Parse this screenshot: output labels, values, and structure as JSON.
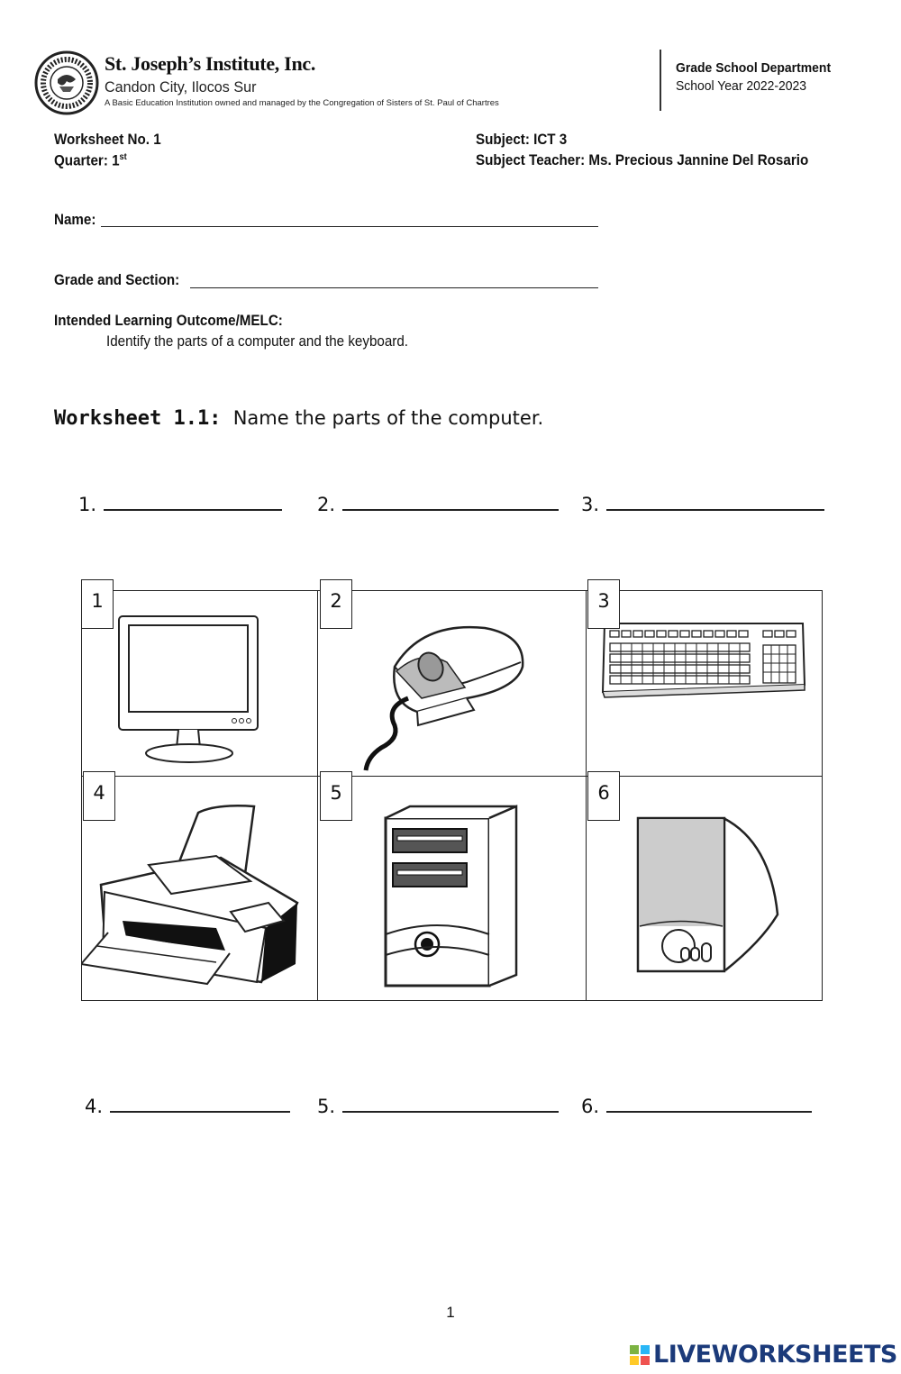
{
  "header": {
    "institution": "St. Joseph’s Institute, Inc.",
    "city": "Candon City, Ilocos Sur",
    "tagline": "A Basic Education Institution owned and managed by the Congregation of Sisters of St. Paul of Chartres",
    "department": "Grade School Department",
    "school_year": "School Year 2022-2023"
  },
  "info": {
    "worksheet_no": "Worksheet No. 1",
    "quarter_label": "Quarter: 1",
    "quarter_sup": "st",
    "subject": "Subject: ICT 3",
    "teacher": "Subject Teacher: Ms. Precious Jannine Del Rosario",
    "name_label": "Name:",
    "grade_section_label": "Grade and Section:",
    "outcome_label": "Intended Learning Outcome/MELC:",
    "outcome_text": "Identify the parts of a computer and the keyboard."
  },
  "worksheet": {
    "title_bold": "Worksheet 1.1:",
    "title_rest": "Name the parts of the computer."
  },
  "answers_top": [
    "1.",
    "2.",
    "3."
  ],
  "answers_bottom": [
    "4.",
    "5.",
    "6."
  ],
  "cells": [
    {
      "number": "1",
      "icon": "monitor-icon"
    },
    {
      "number": "2",
      "icon": "mouse-icon"
    },
    {
      "number": "3",
      "icon": "keyboard-icon"
    },
    {
      "number": "4",
      "icon": "printer-icon"
    },
    {
      "number": "5",
      "icon": "system-unit-icon"
    },
    {
      "number": "6",
      "icon": "speaker-icon"
    }
  ],
  "footer": {
    "page_number": "1",
    "brand": "LIVEWORKSHEETS"
  }
}
